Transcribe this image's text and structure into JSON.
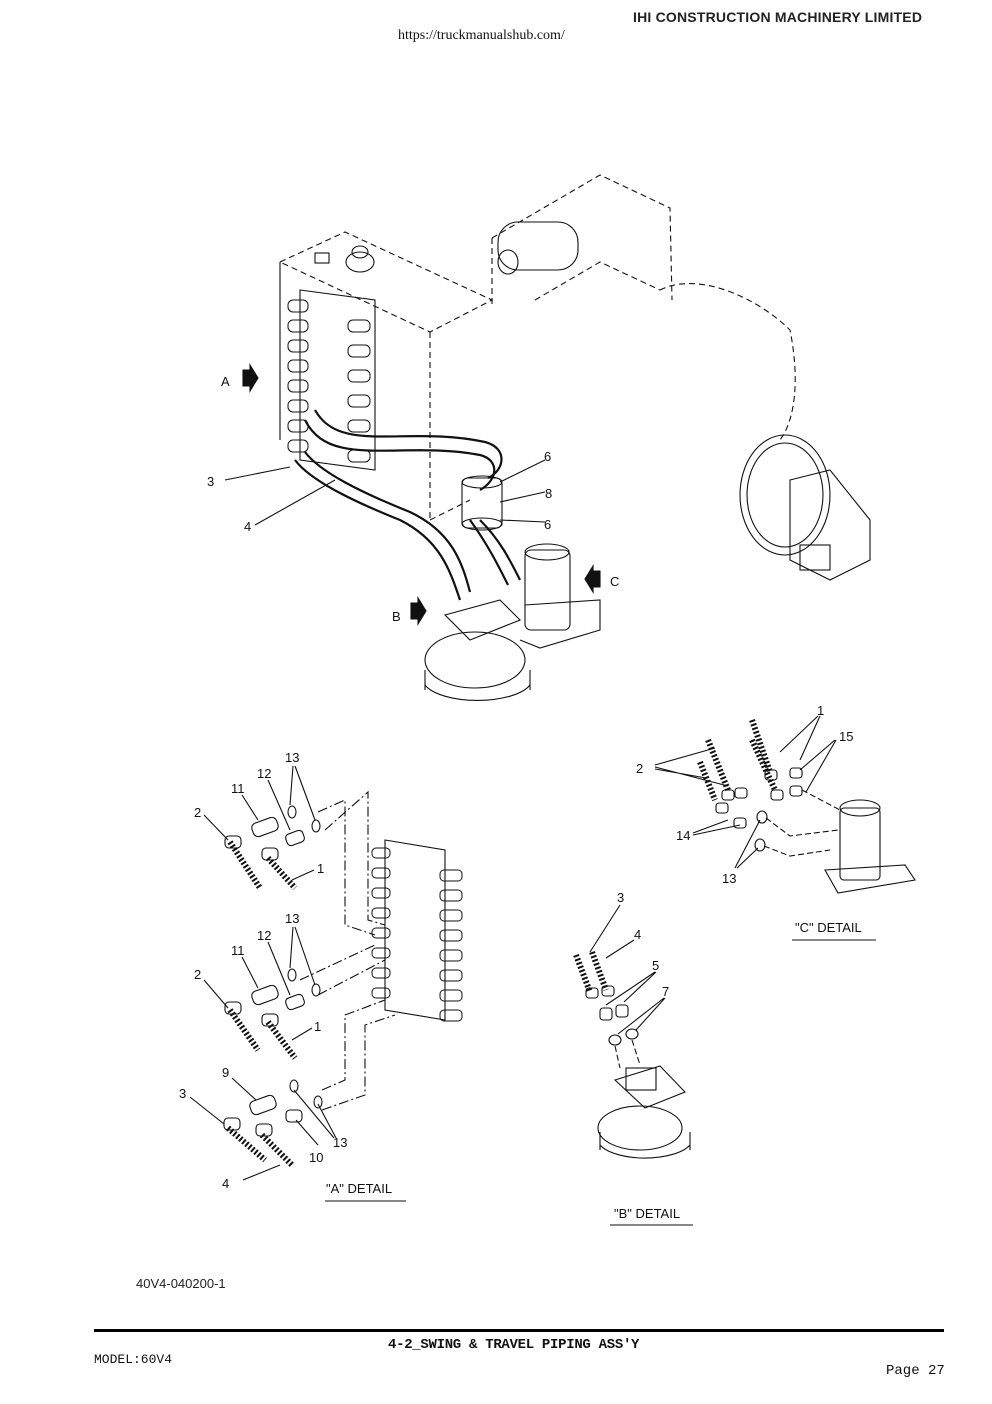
{
  "header": {
    "brand": "IHI CONSTRUCTION MACHINERY LIMITED",
    "url": "https://truckmanualshub.com/"
  },
  "main_view": {
    "view_arrows": [
      "A",
      "B",
      "C"
    ],
    "callouts": [
      "6",
      "8",
      "6",
      "3",
      "4"
    ]
  },
  "details": {
    "a": {
      "caption": "\"A\" DETAIL",
      "callouts": [
        "13",
        "12",
        "11",
        "2",
        "1",
        "13",
        "12",
        "11",
        "2",
        "1",
        "9",
        "3",
        "13",
        "10",
        "4"
      ]
    },
    "b": {
      "caption": "\"B\" DETAIL",
      "callouts": [
        "3",
        "4",
        "5",
        "7"
      ]
    },
    "c": {
      "caption": "\"C\" DETAIL",
      "callouts": [
        "1",
        "15",
        "2",
        "14",
        "13"
      ]
    }
  },
  "footer": {
    "drawing_number": "40V4-040200-1",
    "model": "MODEL:60V4",
    "title": "4-2_SWING & TRAVEL PIPING ASS'Y",
    "page": "Page 27"
  }
}
